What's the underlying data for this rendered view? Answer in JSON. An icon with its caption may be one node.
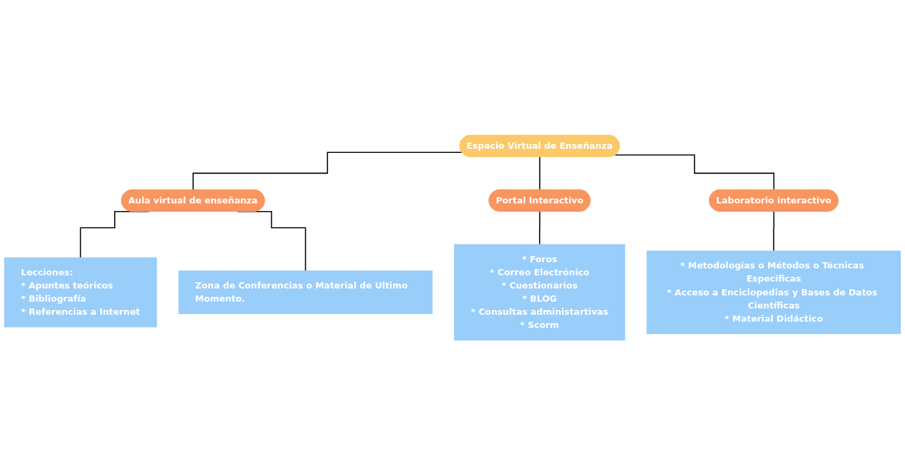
{
  "diagram": {
    "nodes": [
      {
        "text": [
          "Espacio Virtual de Enseñanza"
        ]
      },
      {
        "text": [
          "Aula virtual de enseñanza"
        ]
      },
      {
        "text": [
          "Portal Interactivo"
        ]
      },
      {
        "text": [
          "Laboratorio interactivo"
        ]
      },
      {
        "text": [
          "Lecciones:",
          "* Apuntes teóricos",
          "* Bibliografía",
          "* Referencias a Internet"
        ]
      },
      {
        "text": [
          "Zona de Conferencias o Material de Ultimo Momento."
        ]
      },
      {
        "text": [
          "* Foros",
          "* Correo Electrónico",
          "* Cuestionarios",
          "* BLOG",
          "* Consultas administartivas",
          "* Scorm"
        ]
      },
      {
        "text": [
          "* Metodologías o Métodos o Técnicas Específicas",
          "* Acceso a Enciclopedias y Bases de Datos Científicas",
          "* Material Didáctico"
        ]
      }
    ],
    "edges": [
      {
        "from": 0,
        "to": 1,
        "arrow": "none"
      },
      {
        "from": 0,
        "to": 2,
        "arrow": "none"
      },
      {
        "from": 0,
        "to": 3,
        "arrow": "none"
      },
      {
        "from": 1,
        "to": 4,
        "arrow": "none"
      },
      {
        "from": 1,
        "to": 5,
        "arrow": "none"
      },
      {
        "from": 2,
        "to": 6,
        "arrow": "none"
      },
      {
        "from": 3,
        "to": 7,
        "arrow": "none"
      }
    ]
  }
}
